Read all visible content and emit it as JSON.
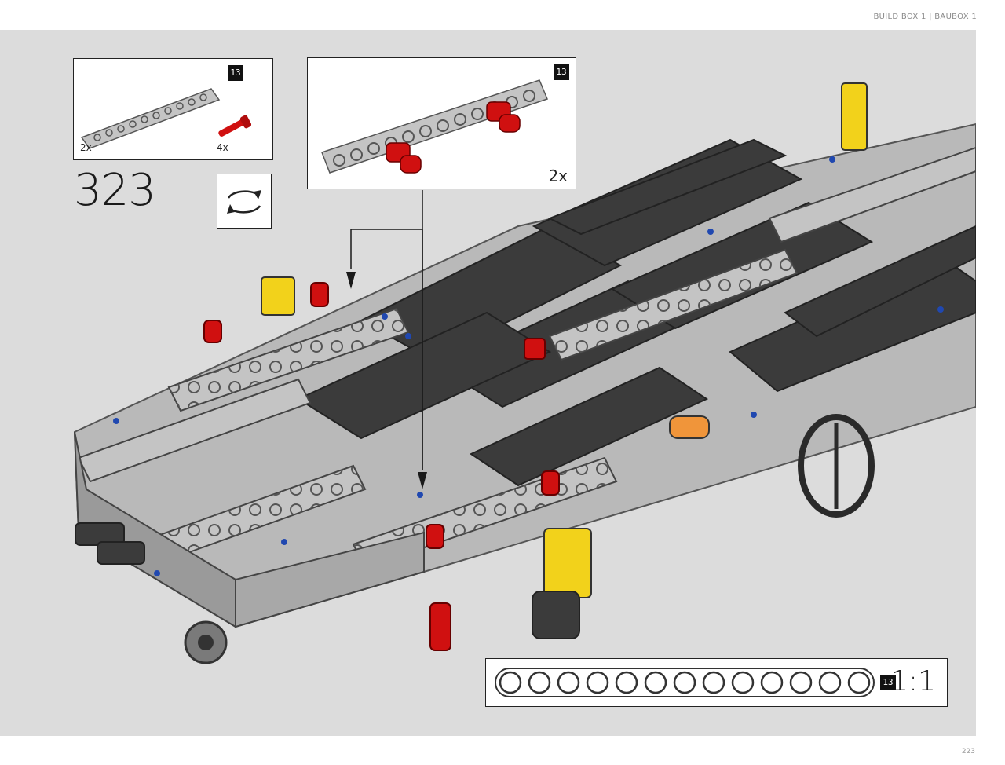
{
  "header": {
    "text": "BUILD BOX 1  |  BAUBOX 1"
  },
  "parts_list": {
    "items": [
      {
        "name": "liftarm-13",
        "length_badge": "13",
        "quantity": "2x"
      },
      {
        "name": "friction-pin-red",
        "quantity": "4x"
      }
    ]
  },
  "step": {
    "number": "323"
  },
  "rotate_icon": {
    "icon": "rotate-icon"
  },
  "subassembly": {
    "badge": "13",
    "quantity": "2x"
  },
  "scale_box": {
    "badge": "13",
    "label": "1:1"
  },
  "footer": {
    "page_number": "223"
  },
  "colors": {
    "background": "#dcdcdc",
    "light_gray": "#b8b8b8",
    "dark_gray": "#3a3a3a",
    "red": "#d01010",
    "yellow": "#f2d21b"
  }
}
